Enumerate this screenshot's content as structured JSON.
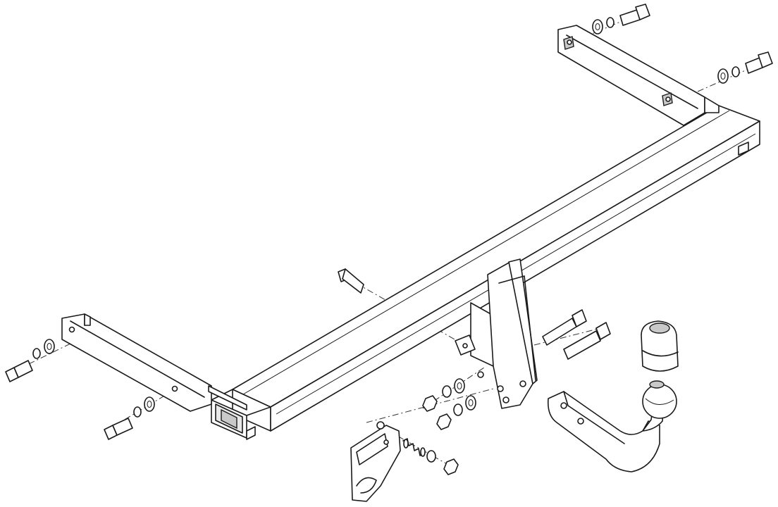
{
  "diagram": {
    "colors": {
      "line": "#1a1a1a",
      "fill_light": "#e8e8e8",
      "fill_shade": "#c9c9c9",
      "background": "#ffffff"
    },
    "parts": [
      "crossbar",
      "left-bracket",
      "right-bracket",
      "center-mount-plate",
      "tow-ball-neck",
      "ball-cover-cap",
      "socket-bracket",
      "bolts",
      "washers",
      "nuts",
      "spring"
    ]
  }
}
